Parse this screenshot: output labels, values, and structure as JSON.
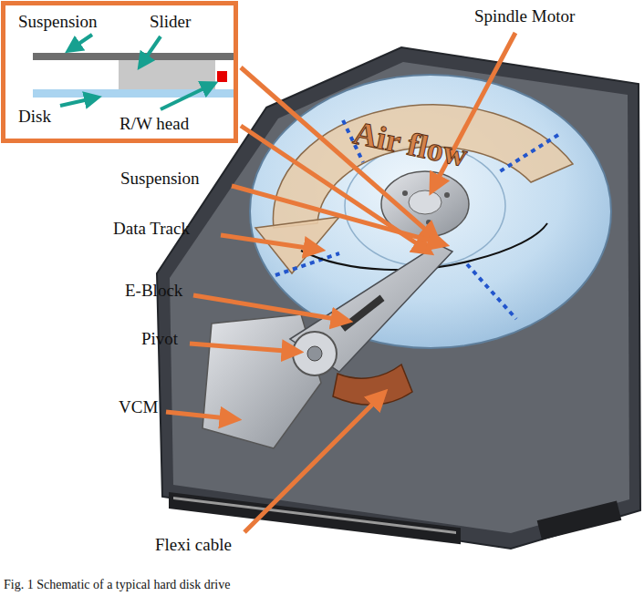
{
  "diagram": {
    "caption": "Fig. 1 Schematic of a typical hard disk drive",
    "nodes": [
      {
        "text": [
          "Suspension",
          "Slider",
          "Disk",
          "R/W head"
        ]
      }
    ],
    "labels": [
      "Spindle Motor",
      "Air flow",
      "Suspension",
      "Data Track",
      "E-Block",
      "Pivot",
      "VCM",
      "Flexi cable"
    ]
  }
}
